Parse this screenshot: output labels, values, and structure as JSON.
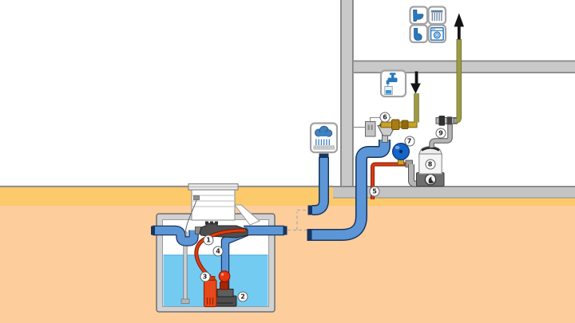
{
  "components": [
    {
      "num": "1"
    },
    {
      "num": "2"
    },
    {
      "num": "3"
    },
    {
      "num": "4"
    },
    {
      "num": "5"
    },
    {
      "num": "6"
    },
    {
      "num": "7"
    },
    {
      "num": "8"
    },
    {
      "num": "9"
    }
  ],
  "icons": {
    "rain": "rain-cloud-icon",
    "drinking_water": "tap-and-glass-icon",
    "toilet": "toilet-icon",
    "irrigation": "sprinkler-icon",
    "urinal": "urinal-icon",
    "washing_machine": "washing-machine-icon",
    "supply_in": "arrow-down-icon",
    "service_up": "arrow-up-icon",
    "pump": "pump-impeller-icon"
  },
  "colors": {
    "pipe_blue": "#5D96D6",
    "pipe_blue_dark": "#16355F",
    "pipe_red": "#E03A10",
    "pipe_red_dark": "#7A1B03",
    "pipe_olive": "#9C9A45",
    "pipe_olive_dark": "#6B692B",
    "brass": "#C9A227",
    "water": "#74CBF2",
    "vessel_blue": "#1565C8",
    "soil": "#FDCD9C",
    "soil_top": "#FCC96B",
    "structure": "#C9C9C9",
    "structure_edge": "#7F7F7F",
    "pump_red": "#E8491A",
    "icon_blue": "#2878BE"
  }
}
